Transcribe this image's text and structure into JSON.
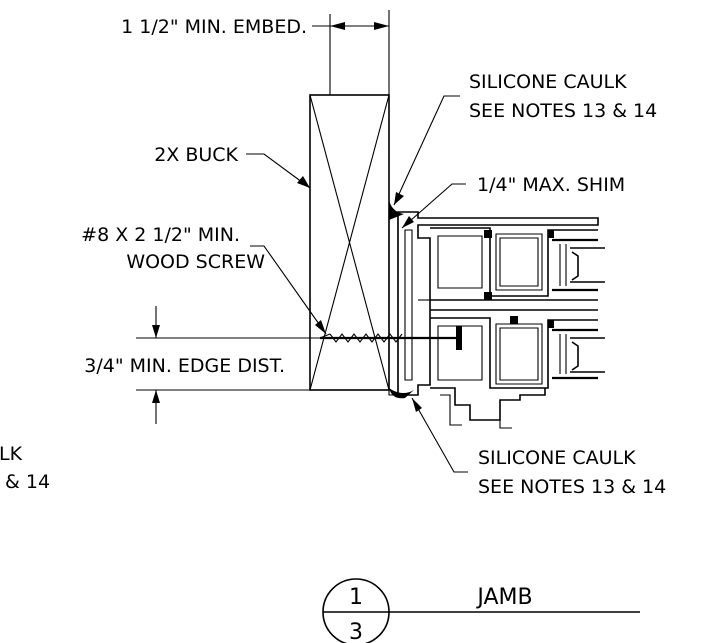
{
  "labels": {
    "embed": "1 1/2\" MIN. EMBED.",
    "caulk_top_1": "SILICONE CAULK",
    "caulk_top_2": "SEE NOTES 13 & 14",
    "buck": "2X BUCK",
    "shim": "1/4\" MAX. SHIM",
    "screw_1": "#8 X 2 1/2\" MIN.",
    "screw_2": "WOOD SCREW",
    "edge_dist": "3/4\" MIN. EDGE DIST.",
    "caulk_left_1": "LK",
    "caulk_left_2": "& 14",
    "caulk_bottom_1": "SILICONE CAULK",
    "caulk_bottom_2": "SEE NOTES 13 & 14"
  },
  "detail": {
    "number": "1",
    "sheet": "3",
    "title": "JAMB"
  }
}
